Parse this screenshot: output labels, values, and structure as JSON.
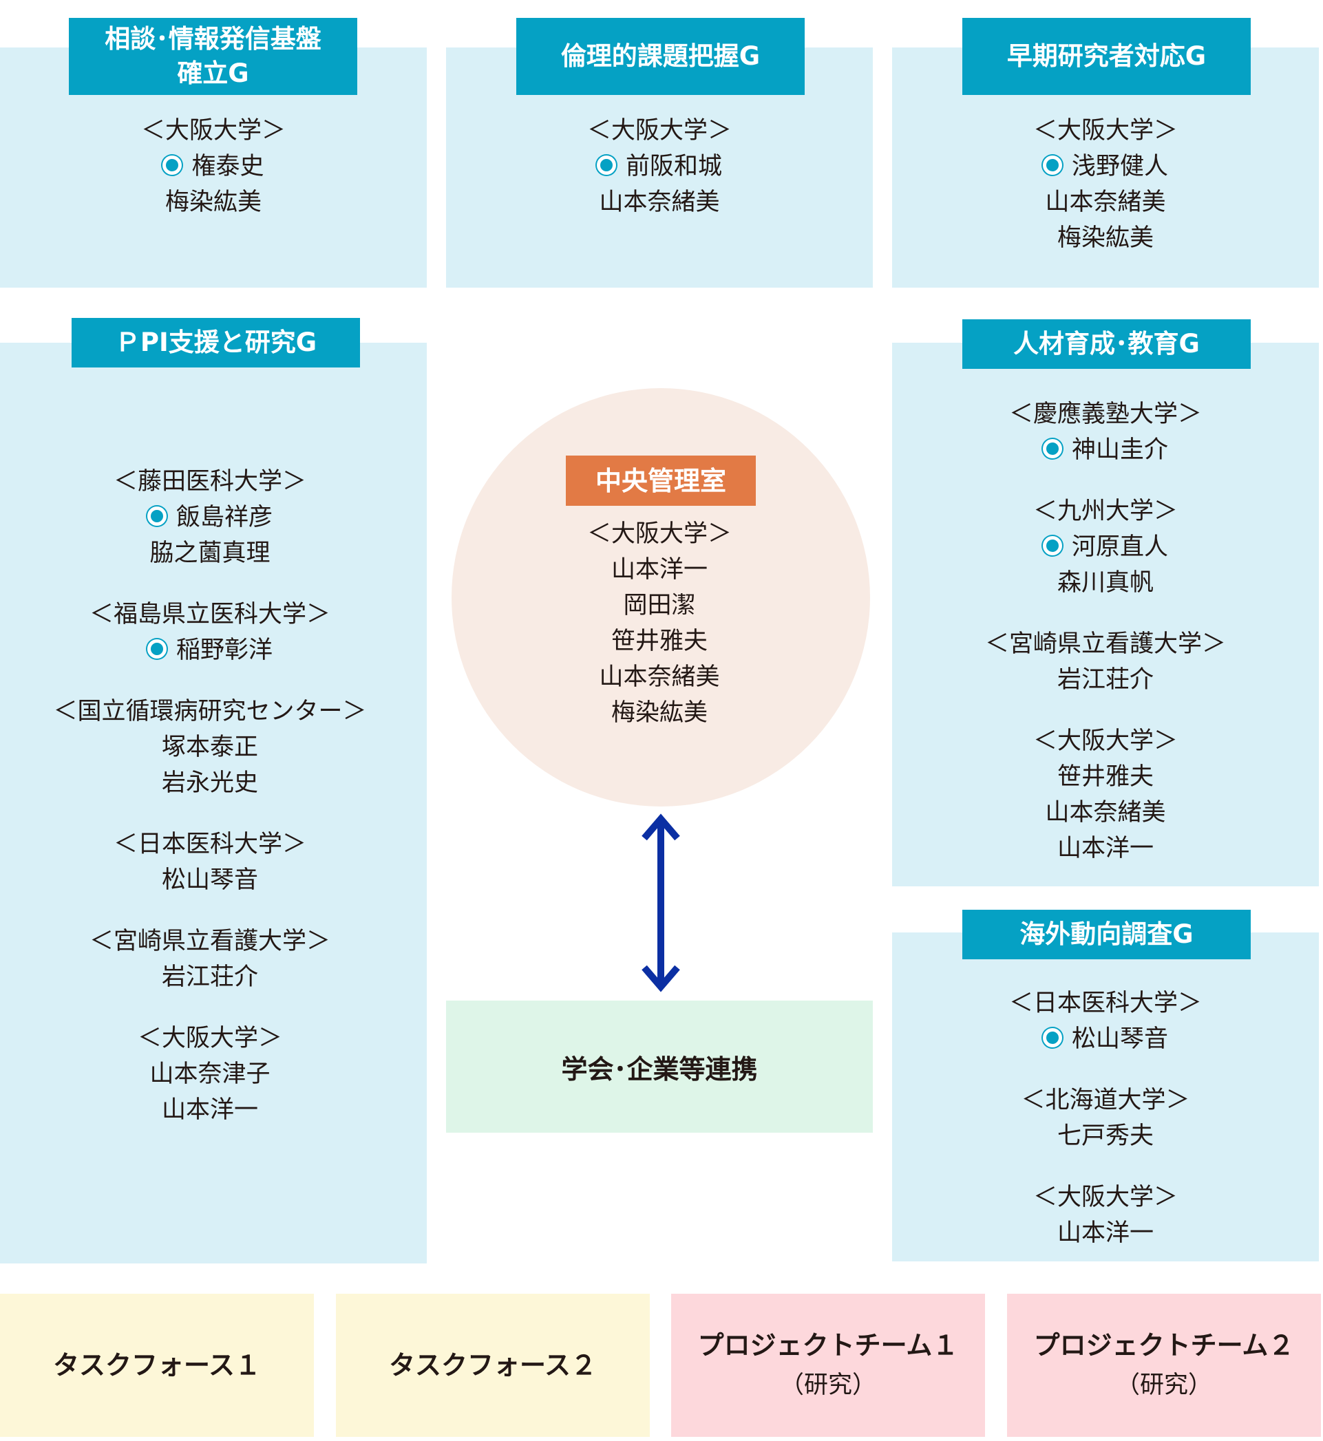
{
  "groups": [
    {
      "title_lines": [
        "相談･情報発信基盤",
        "確立G"
      ],
      "sections": [
        {
          "affiliation": "＜大阪大学＞",
          "members": [
            {
              "name": "権泰史",
              "lead": true
            },
            {
              "name": "梅染紘美",
              "lead": false
            }
          ]
        }
      ]
    },
    {
      "title_lines": [
        "倫理的課題把握G"
      ],
      "sections": [
        {
          "affiliation": "＜大阪大学＞",
          "members": [
            {
              "name": "前阪和城",
              "lead": true
            },
            {
              "name": "山本奈緒美",
              "lead": false
            }
          ]
        }
      ]
    },
    {
      "title_lines": [
        "早期研究者対応G"
      ],
      "sections": [
        {
          "affiliation": "＜大阪大学＞",
          "members": [
            {
              "name": "浅野健人",
              "lead": true
            },
            {
              "name": "山本奈緒美",
              "lead": false
            },
            {
              "name": "梅染紘美",
              "lead": false
            }
          ]
        }
      ]
    },
    {
      "title_lines": [
        "ＰPI支援と研究G"
      ],
      "sections": [
        {
          "affiliation": "＜藤田医科大学＞",
          "members": [
            {
              "name": "飯島祥彦",
              "lead": true
            },
            {
              "name": "脇之薗真理",
              "lead": false
            }
          ]
        },
        {
          "affiliation": "＜福島県立医科大学＞",
          "members": [
            {
              "name": "稲野彰洋",
              "lead": true
            }
          ]
        },
        {
          "affiliation": "＜国立循環病研究センター＞",
          "members": [
            {
              "name": "塚本泰正",
              "lead": false
            },
            {
              "name": "岩永光史",
              "lead": false
            }
          ]
        },
        {
          "affiliation": "＜日本医科大学＞",
          "members": [
            {
              "name": "松山琴音",
              "lead": false
            }
          ]
        },
        {
          "affiliation": "＜宮崎県立看護大学＞",
          "members": [
            {
              "name": "岩江荘介",
              "lead": false
            }
          ]
        },
        {
          "affiliation": "＜大阪大学＞",
          "members": [
            {
              "name": "山本奈津子",
              "lead": false
            },
            {
              "name": "山本洋一",
              "lead": false
            }
          ]
        }
      ]
    },
    {
      "title_lines": [
        "人材育成･教育G"
      ],
      "sections": [
        {
          "affiliation": "＜慶應義塾大学＞",
          "members": [
            {
              "name": "神山圭介",
              "lead": true
            }
          ]
        },
        {
          "affiliation": "＜九州大学＞",
          "members": [
            {
              "name": "河原直人",
              "lead": true
            },
            {
              "name": "森川真帆",
              "lead": false
            }
          ]
        },
        {
          "affiliation": "＜宮崎県立看護大学＞",
          "members": [
            {
              "name": "岩江荘介",
              "lead": false
            }
          ]
        },
        {
          "affiliation": "＜大阪大学＞",
          "members": [
            {
              "name": "笹井雅夫",
              "lead": false
            },
            {
              "name": "山本奈緒美",
              "lead": false
            },
            {
              "name": "山本洋一",
              "lead": false
            }
          ]
        }
      ]
    },
    {
      "title_lines": [
        "海外動向調査G"
      ],
      "sections": [
        {
          "affiliation": "＜日本医科大学＞",
          "members": [
            {
              "name": "松山琴音",
              "lead": true
            }
          ]
        },
        {
          "affiliation": "＜北海道大学＞",
          "members": [
            {
              "name": "七戸秀夫",
              "lead": false
            }
          ]
        },
        {
          "affiliation": "＜大阪大学＞",
          "members": [
            {
              "name": "山本洋一",
              "lead": false
            }
          ]
        }
      ]
    }
  ],
  "central": {
    "title": "中央管理室",
    "affiliation": "＜大阪大学＞",
    "members": [
      "山本洋一",
      "岡田潔",
      "笹井雅夫",
      "山本奈緒美",
      "梅染紘美"
    ]
  },
  "partnership": {
    "label": "学会･企業等連携"
  },
  "bottom_boxes": [
    {
      "label": "タスクフォース１",
      "sub": ""
    },
    {
      "label": "タスクフォース２",
      "sub": ""
    },
    {
      "label": "プロジェクトチーム１",
      "sub": "（研究）"
    },
    {
      "label": "プロジェクトチーム２",
      "sub": "（研究）"
    }
  ],
  "colors": {
    "group_panel": "#d9f0f7",
    "group_header": "#05a1c4",
    "lead_marker": "#05a1c4",
    "central_circle": "#f8ebe4",
    "central_header": "#e27a45",
    "partnership_box": "#def5e8",
    "arrow": "#0b2fa3",
    "task_force_box": "#fdf7d8",
    "project_team_box": "#fdd8dc"
  }
}
